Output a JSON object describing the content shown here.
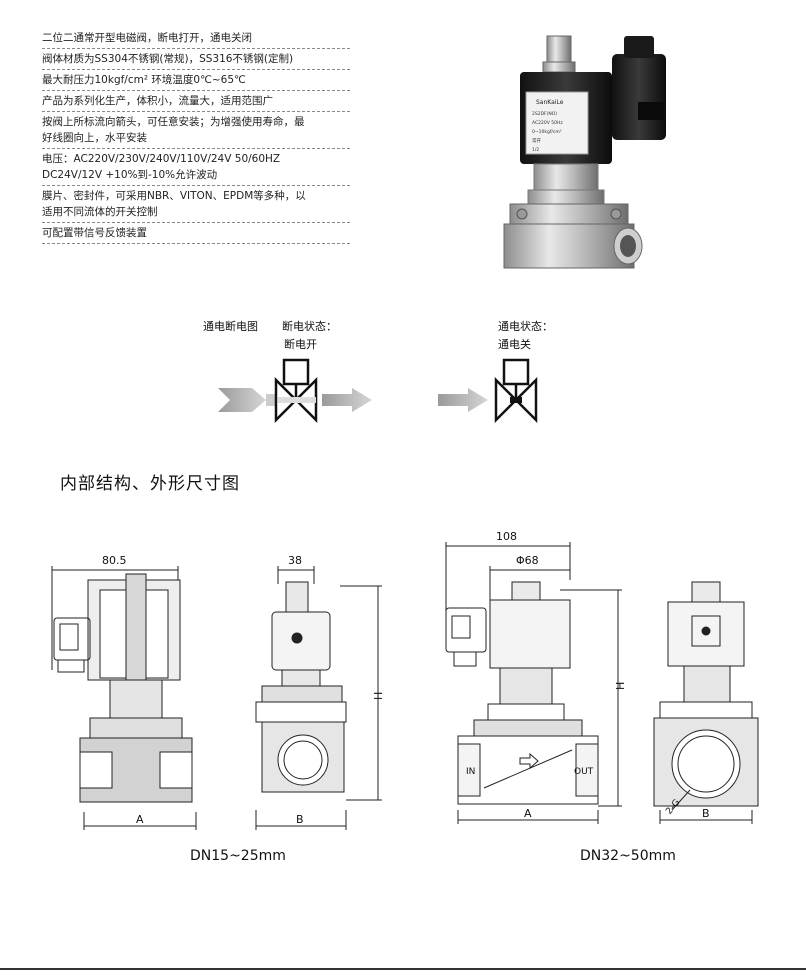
{
  "specs": [
    "二位二通常开型电磁阀，断电打开，通电关闭",
    "阀体材质为SS304不锈钢(常规)，SS316不锈钢(定制)",
    "最大耐压力10kgf/cm²  环境温度0℃~65℃",
    "产品为系列化生产，体积小，流量大，适用范围广",
    "按阀上所标流向箭头，可任意安装；为增强使用寿命，最\n好线圈向上，水平安装",
    "电压：AC220V/230V/240V/110V/24V  50/60HZ\n           DC24V/12V  +10%到-10%允许波动",
    "膜片、密封件，可采用NBR、VITON、EPDM等多种，以\n适用不同流体的开关控制",
    "可配置带信号反馈装置"
  ],
  "photo": {
    "brand_label": "SanKaiLe",
    "label_lines": [
      "2S2DF(NO)",
      "AC220V 50Hz",
      "0~10kgf/cm²",
      "常开",
      "1/2"
    ]
  },
  "flow": {
    "label_diagram": "通电断电图",
    "label_off_title": "断电状态：",
    "label_off_state": "断电开",
    "label_on_title": "通电状态：",
    "label_on_state": "通电关"
  },
  "section_title": "内部结构、外形尺寸图",
  "dims": {
    "d_80_5": "80.5",
    "d_38": "38",
    "d_108": "108",
    "d_phi68": "Φ68",
    "d_H": "H",
    "d_A": "A",
    "d_B": "B",
    "d_2G": "2-G",
    "port_in": "IN",
    "port_out": "OUT"
  },
  "captions": {
    "small": "DN15~25mm",
    "large": "DN32~50mm"
  }
}
